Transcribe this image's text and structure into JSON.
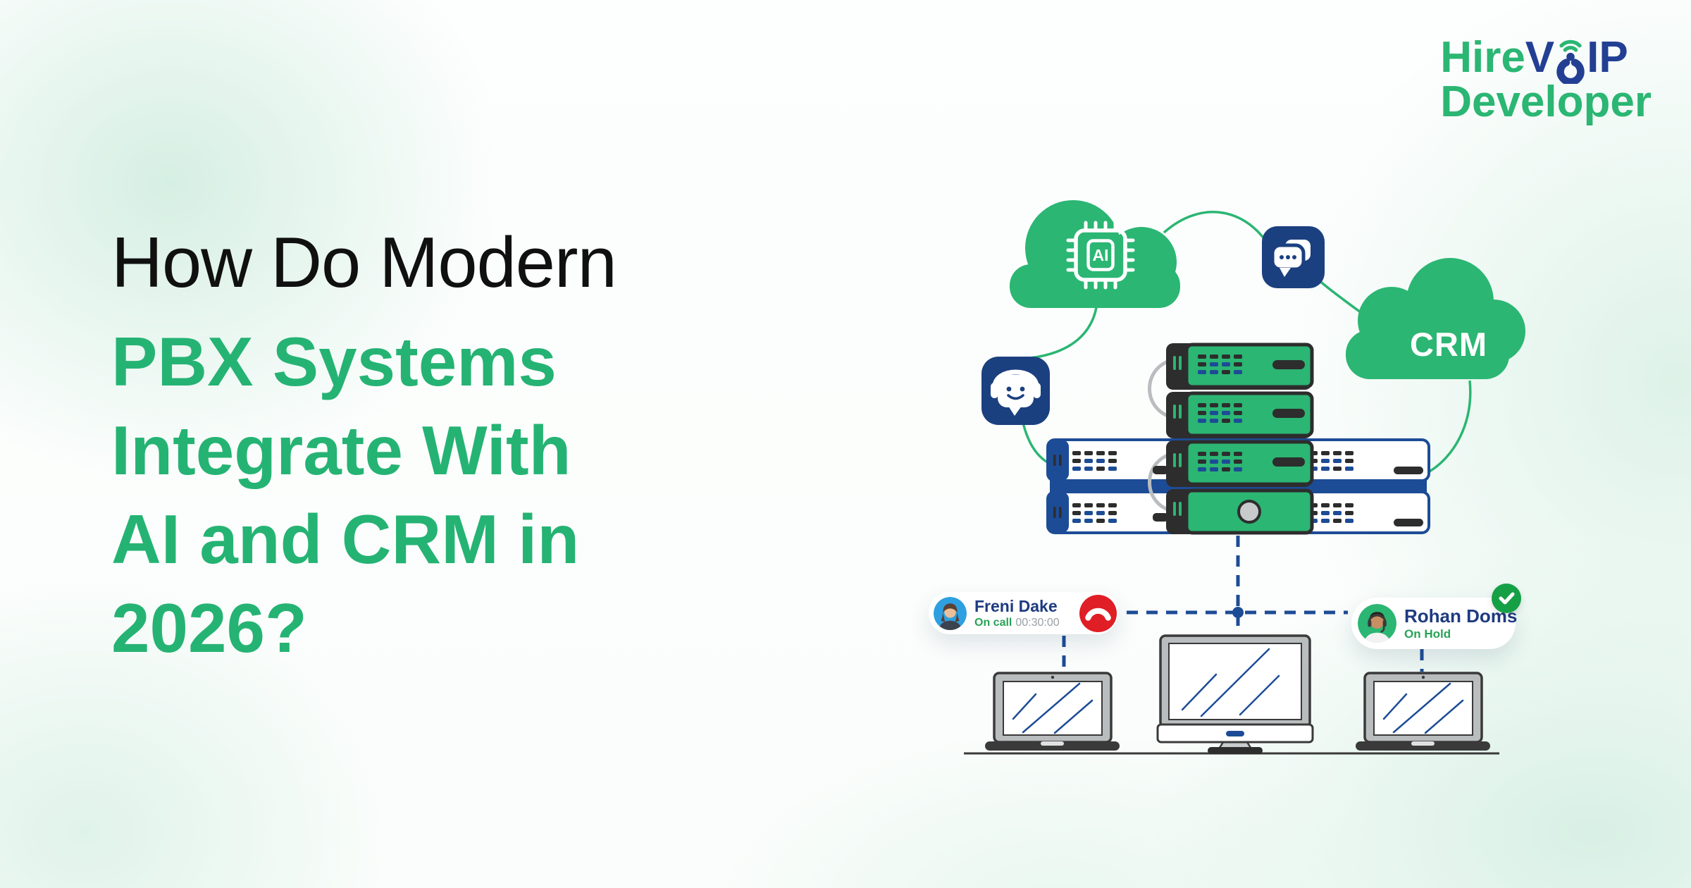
{
  "logo": {
    "hire": "Hire",
    "v": "V",
    "ip": "IP",
    "developer": "Developer"
  },
  "title": {
    "line1": "How Do Modern",
    "green_lines": [
      "PBX Systems",
      "Integrate With",
      "AI and CRM in",
      "2026?"
    ]
  },
  "illustration": {
    "ai_cloud_label": "AI",
    "crm_cloud_label": "CRM",
    "callers": [
      {
        "name": "Freni Dake",
        "status": "On call",
        "timer": "00:30:00",
        "action": "hang-up"
      },
      {
        "name": "Rohan Doms",
        "status": "On Hold",
        "action": "accepted"
      }
    ]
  },
  "colors": {
    "brand_green": "#2BB673",
    "brand_navy": "#233F94",
    "icon_navy": "#1B4080",
    "line_navy": "#1D4C96",
    "hangup_red": "#E01E25",
    "accept_green": "#16A046",
    "title_black": "#101010",
    "status_green": "#27A257",
    "timer_gray": "#9AA0A6"
  }
}
